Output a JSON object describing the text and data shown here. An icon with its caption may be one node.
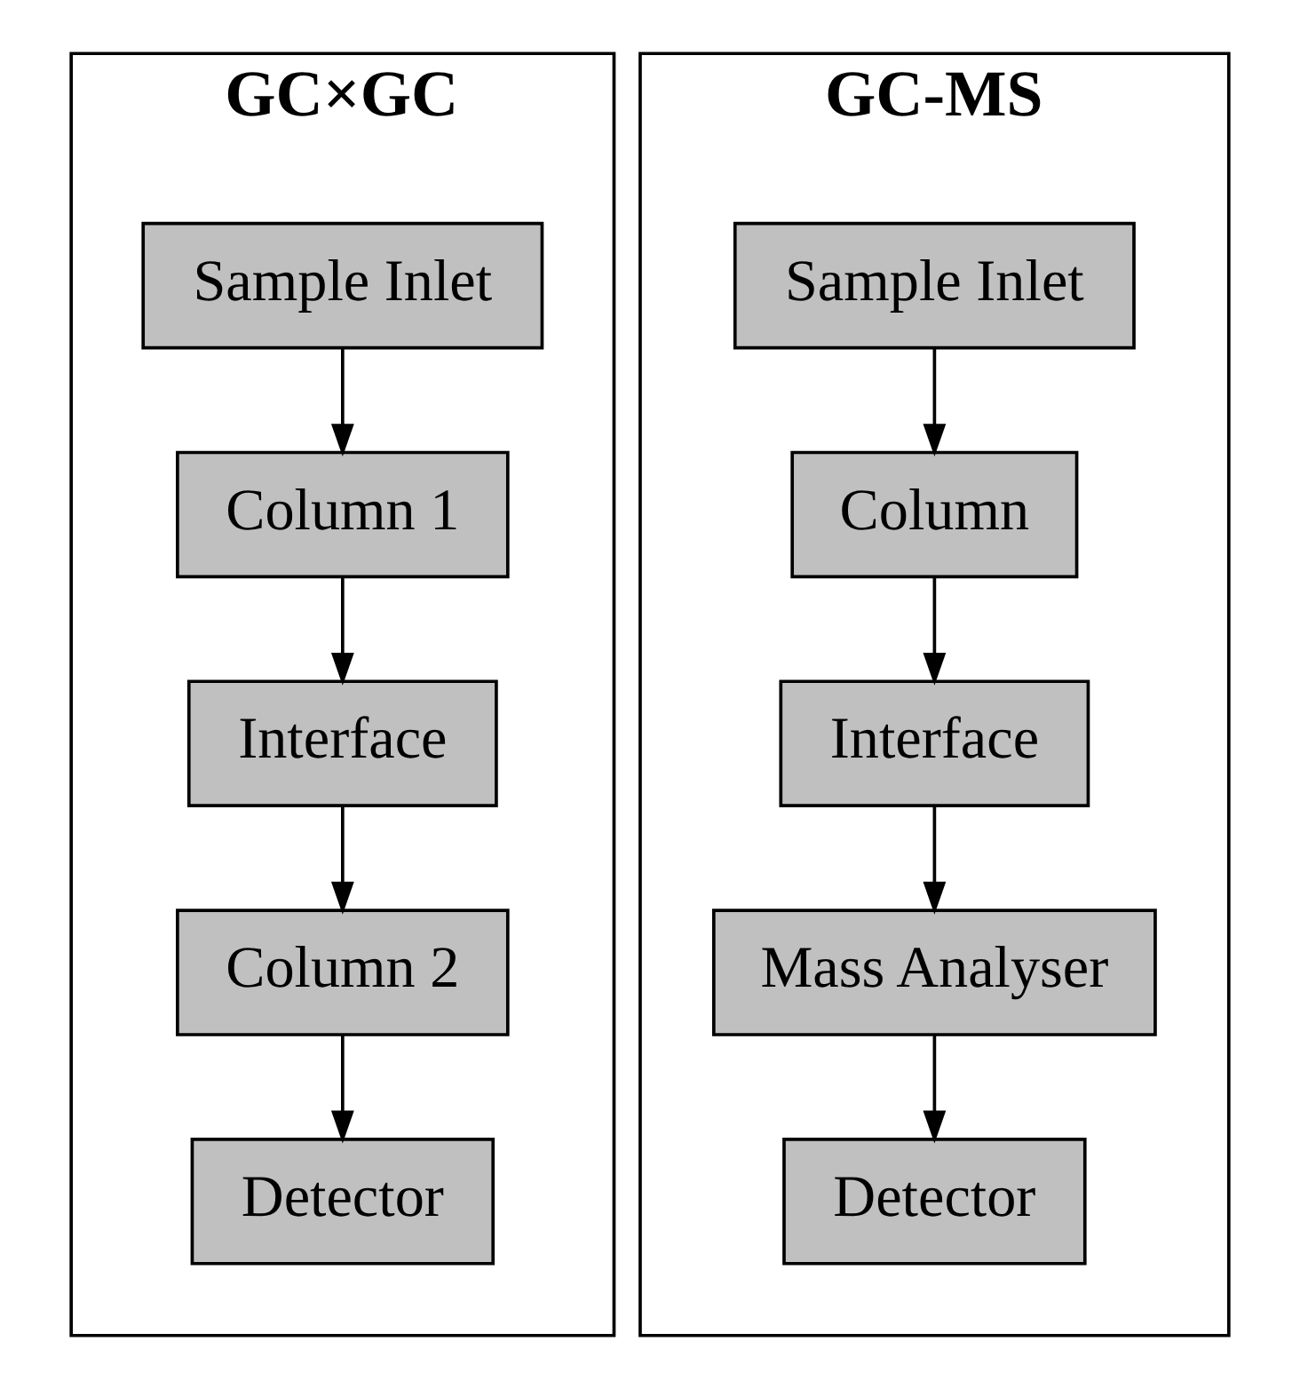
{
  "diagram": {
    "nodes": [
      {
        "text": [
          "GC×GC"
        ]
      },
      {
        "text": [
          "Sample Inlet"
        ],
        "in": 0
      },
      {
        "text": [
          "Column 1"
        ],
        "in": 0
      },
      {
        "text": [
          "Interface"
        ],
        "in": 0
      },
      {
        "text": [
          "Column 2"
        ],
        "in": 0
      },
      {
        "text": [
          "Detector"
        ],
        "in": 0
      },
      {
        "text": [
          "GC-MS"
        ]
      },
      {
        "text": [
          "Sample Inlet"
        ],
        "in": 6
      },
      {
        "text": [
          "Column"
        ],
        "in": 6
      },
      {
        "text": [
          "Interface"
        ],
        "in": 6
      },
      {
        "text": [
          "Mass Analyser"
        ],
        "in": 6
      },
      {
        "text": [
          "Detector"
        ],
        "in": 6
      }
    ],
    "edges": [
      {
        "from": 1,
        "to": 2,
        "arrow": "to"
      },
      {
        "from": 2,
        "to": 3,
        "arrow": "to"
      },
      {
        "from": 3,
        "to": 4,
        "arrow": "to"
      },
      {
        "from": 4,
        "to": 5,
        "arrow": "to"
      },
      {
        "from": 7,
        "to": 8,
        "arrow": "to"
      },
      {
        "from": 8,
        "to": 9,
        "arrow": "to"
      },
      {
        "from": 9,
        "to": 10,
        "arrow": "to"
      },
      {
        "from": 10,
        "to": 11,
        "arrow": "to"
      }
    ]
  }
}
